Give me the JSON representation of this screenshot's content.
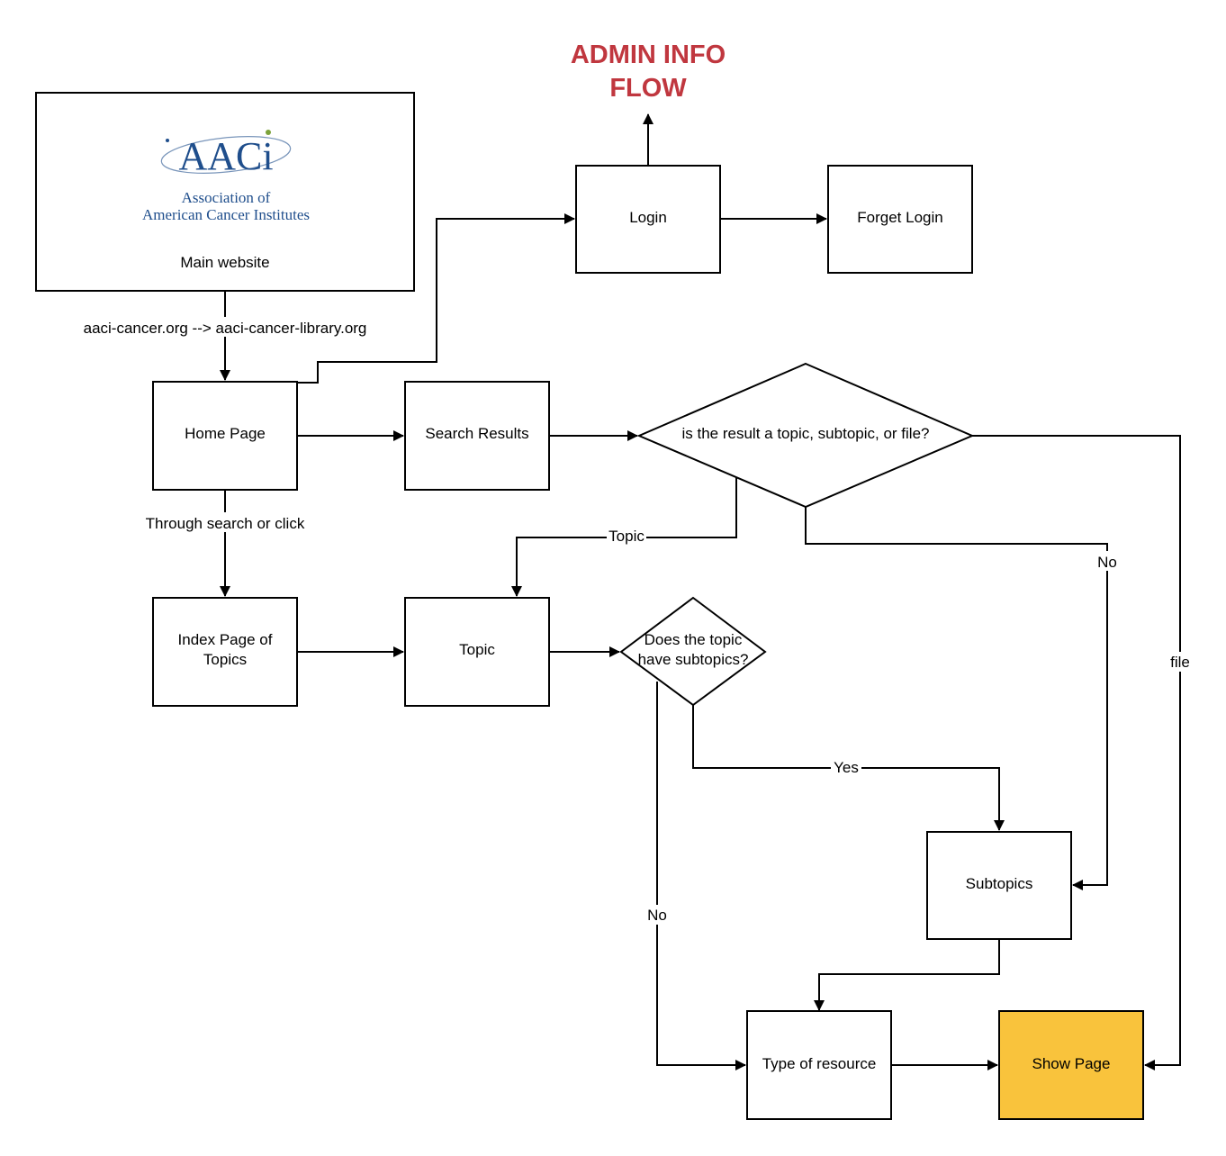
{
  "colors": {
    "title": "#c0373f",
    "highlight": "#f9c33c",
    "logo_blue": "#1f4e8c",
    "logo_green": "#7ca33a",
    "line": "#000000"
  },
  "title": {
    "line1": "ADMIN INFO",
    "line2": "FLOW"
  },
  "logo": {
    "mark": "AACi",
    "line1": "Association of",
    "line2": "American Cancer Institutes"
  },
  "nodes": {
    "main_website": "Main website",
    "login": "Login",
    "forget_login": "Forget Login",
    "home_page": "Home Page",
    "search_results": "Search Results",
    "decision_result": "is the result a topic, subtopic, or file?",
    "index_page_line1": "Index Page of",
    "index_page_line2": "Topics",
    "topic": "Topic",
    "decision_subtopics_line1": "Does the topic",
    "decision_subtopics_line2": "have subtopics?",
    "subtopics": "Subtopics",
    "type_of_resource": "Type of resource",
    "show_page": "Show Page"
  },
  "edge_labels": {
    "domain_change": "aaci-cancer.org --> aaci-cancer-library.org",
    "through_search": "Through search or click",
    "topic": "Topic",
    "no_subtopic": "No",
    "file": "file",
    "yes": "Yes",
    "no_topic": "No"
  }
}
